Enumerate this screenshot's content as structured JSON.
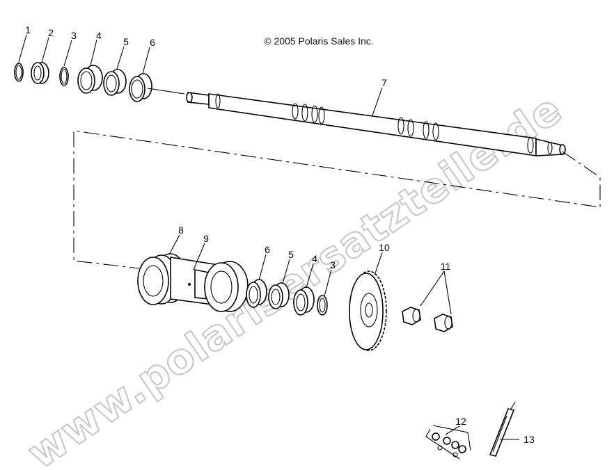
{
  "diagram": {
    "copyright": "© 2005 Polaris Sales Inc.",
    "watermark": "www.polarisersatzteile.de",
    "callouts": {
      "top_1": "1",
      "top_2": "2",
      "top_3": "3",
      "top_4": "4",
      "top_5": "5",
      "top_6": "6",
      "shaft_7": "7",
      "hub_8": "8",
      "hub_9": "9",
      "low_6": "6",
      "low_5": "5",
      "low_4": "4",
      "low_3": "3",
      "sprocket_10": "10",
      "nuts_11": "11",
      "chain_12": "12",
      "tool_13": "13"
    }
  }
}
